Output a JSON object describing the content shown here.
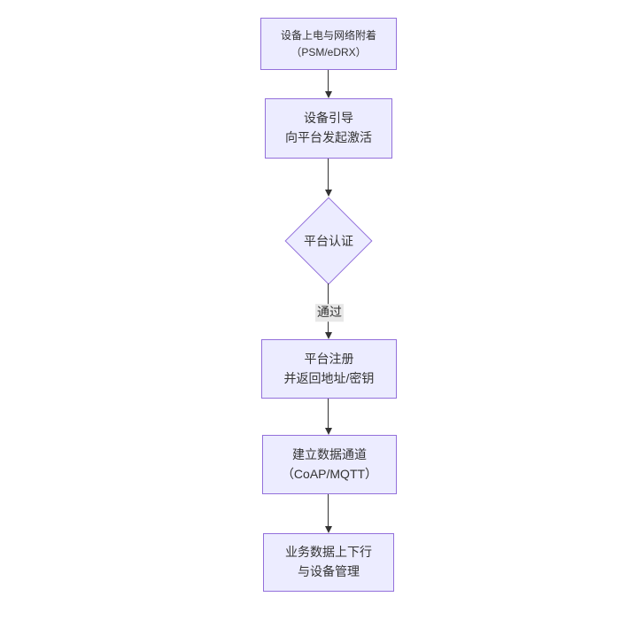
{
  "colors": {
    "canvas_bg": "#ffffff",
    "node_fill": "#ECECFF",
    "node_border": "#9370DB",
    "edge_color": "#333333",
    "text_color": "#333333",
    "edge_label_bg": "#e8e8e8"
  },
  "nodes": [
    {
      "id": "power-attach",
      "shape": "rect",
      "line1": "设备上电与网络附着",
      "line2": "（PSM/eDRX）"
    },
    {
      "id": "bootstrap",
      "shape": "rect",
      "line1": "设备引导",
      "line2": "向平台发起激活"
    },
    {
      "id": "platform-auth",
      "shape": "diamond",
      "label": "平台认证"
    },
    {
      "id": "platform-register",
      "shape": "rect",
      "line1": "平台注册",
      "line2": "并返回地址/密钥"
    },
    {
      "id": "data-channel",
      "shape": "rect",
      "line1": "建立数据通道",
      "line2": "（CoAP/MQTT）"
    },
    {
      "id": "business-data",
      "shape": "rect",
      "line1": "业务数据上下行",
      "line2": "与设备管理"
    }
  ],
  "edges": [
    {
      "from": "power-attach",
      "to": "bootstrap",
      "label": ""
    },
    {
      "from": "bootstrap",
      "to": "platform-auth",
      "label": ""
    },
    {
      "from": "platform-auth",
      "to": "platform-register",
      "label": "通过"
    },
    {
      "from": "platform-register",
      "to": "data-channel",
      "label": ""
    },
    {
      "from": "data-channel",
      "to": "business-data",
      "label": ""
    }
  ]
}
